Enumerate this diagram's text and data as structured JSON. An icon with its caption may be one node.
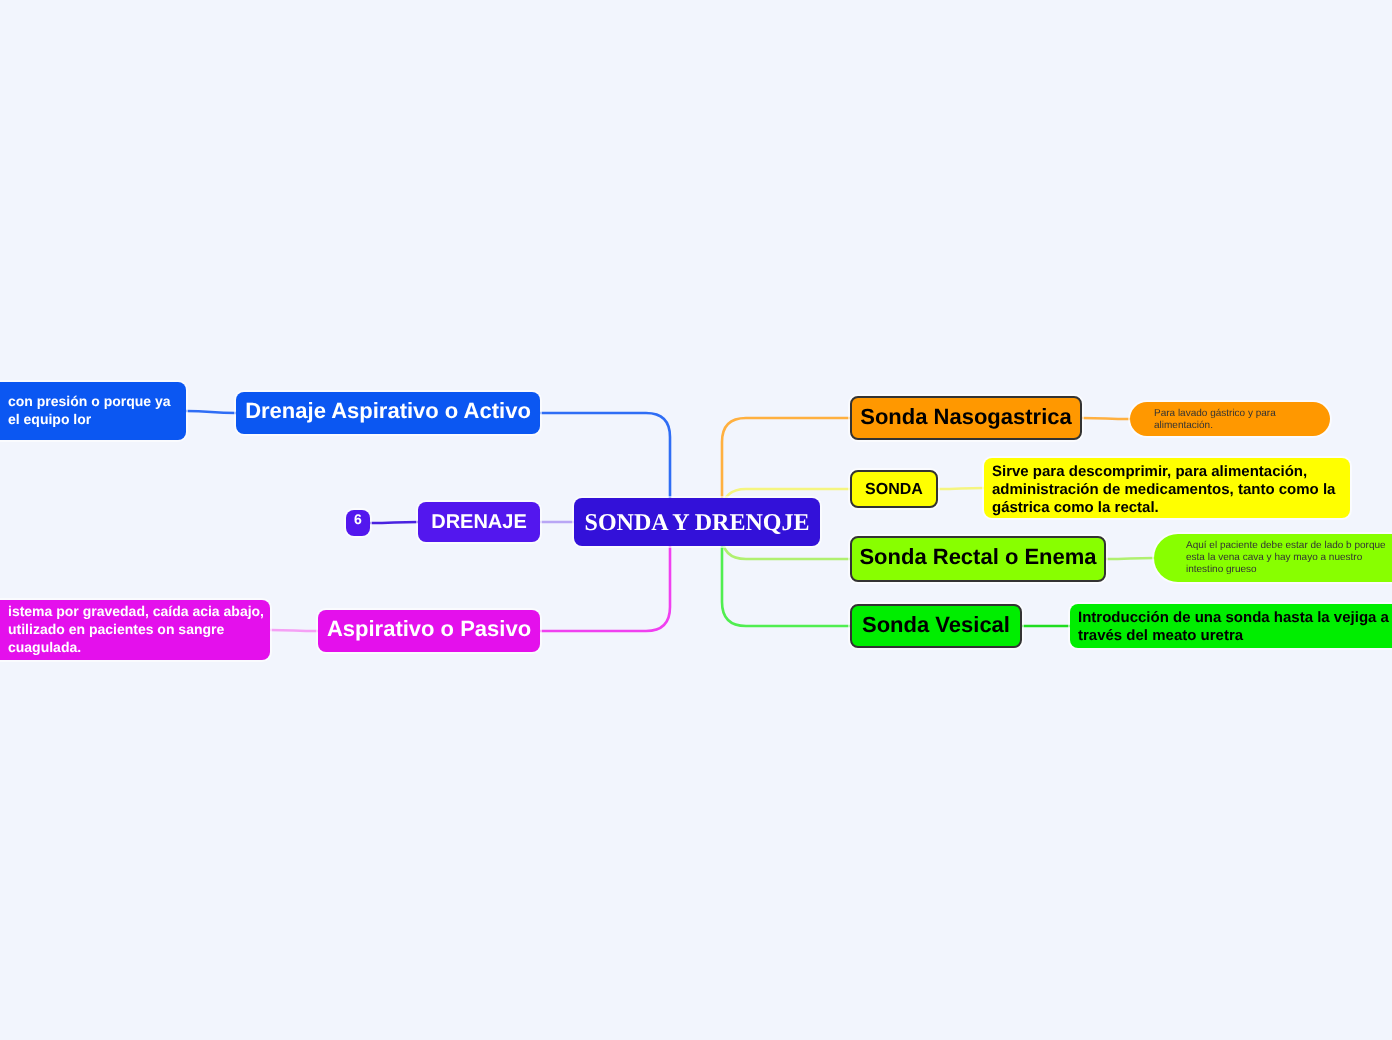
{
  "diagram": {
    "nodes": [
      {
        "text": [
          "SONDA Y DRENQJE"
        ]
      },
      {
        "text": [
          "Drenaje Aspirativo o Activo"
        ]
      },
      {
        "text": [
          "con presión o porque ya el equipo lor"
        ]
      },
      {
        "text": [
          "DRENAJE"
        ]
      },
      {
        "text": [
          "6"
        ]
      },
      {
        "text": [
          "Aspirativo o Pasivo"
        ]
      },
      {
        "text": [
          "istema por gravedad, caída acia abajo, utilizado en pacientes on sangre cuagulada."
        ]
      },
      {
        "text": [
          "Sonda Nasogastrica"
        ]
      },
      {
        "text": [
          "Para lavado gástrico y para alimentación."
        ]
      },
      {
        "text": [
          "SONDA"
        ]
      },
      {
        "text": [
          "Sirve para descomprimir, para alimentación, administración de medicamentos, tanto como la gástrica como la rectal."
        ]
      },
      {
        "text": [
          "Sonda Rectal o Enema"
        ]
      },
      {
        "text": [
          "Aquí el paciente debe estar de lado b porque esta la vena cava y hay mayo a nuestro intestino grueso"
        ]
      },
      {
        "text": [
          "Sonda Vesical"
        ]
      },
      {
        "text": [
          "Introducción de una sonda hasta la vejiga a través del meato uretra"
        ]
      }
    ],
    "edges": [
      {
        "from": 0,
        "to": 1,
        "arrow": "none",
        "color": "#2f6df5"
      },
      {
        "from": 1,
        "to": 2,
        "arrow": "none",
        "color": "#2f6df5"
      },
      {
        "from": 0,
        "to": 3,
        "arrow": "none",
        "color": "#b9a6f5"
      },
      {
        "from": 3,
        "to": 4,
        "arrow": "none",
        "color": "#4a22e0"
      },
      {
        "from": 0,
        "to": 5,
        "arrow": "none",
        "color": "#f040f0"
      },
      {
        "from": 5,
        "to": 6,
        "arrow": "none",
        "color": "#f5a0f5"
      },
      {
        "from": 0,
        "to": 7,
        "arrow": "none",
        "color": "#ffb040"
      },
      {
        "from": 7,
        "to": 8,
        "arrow": "none",
        "color": "#ffb040"
      },
      {
        "from": 0,
        "to": 9,
        "arrow": "none",
        "color": "#f5f580"
      },
      {
        "from": 9,
        "to": 10,
        "arrow": "none",
        "color": "#f5f580"
      },
      {
        "from": 0,
        "to": 11,
        "arrow": "none",
        "color": "#b0f070"
      },
      {
        "from": 11,
        "to": 12,
        "arrow": "none",
        "color": "#b0f070"
      },
      {
        "from": 0,
        "to": 13,
        "arrow": "none",
        "color": "#50ee50"
      },
      {
        "from": 13,
        "to": 14,
        "arrow": "none",
        "color": "#20dd20"
      }
    ]
  }
}
